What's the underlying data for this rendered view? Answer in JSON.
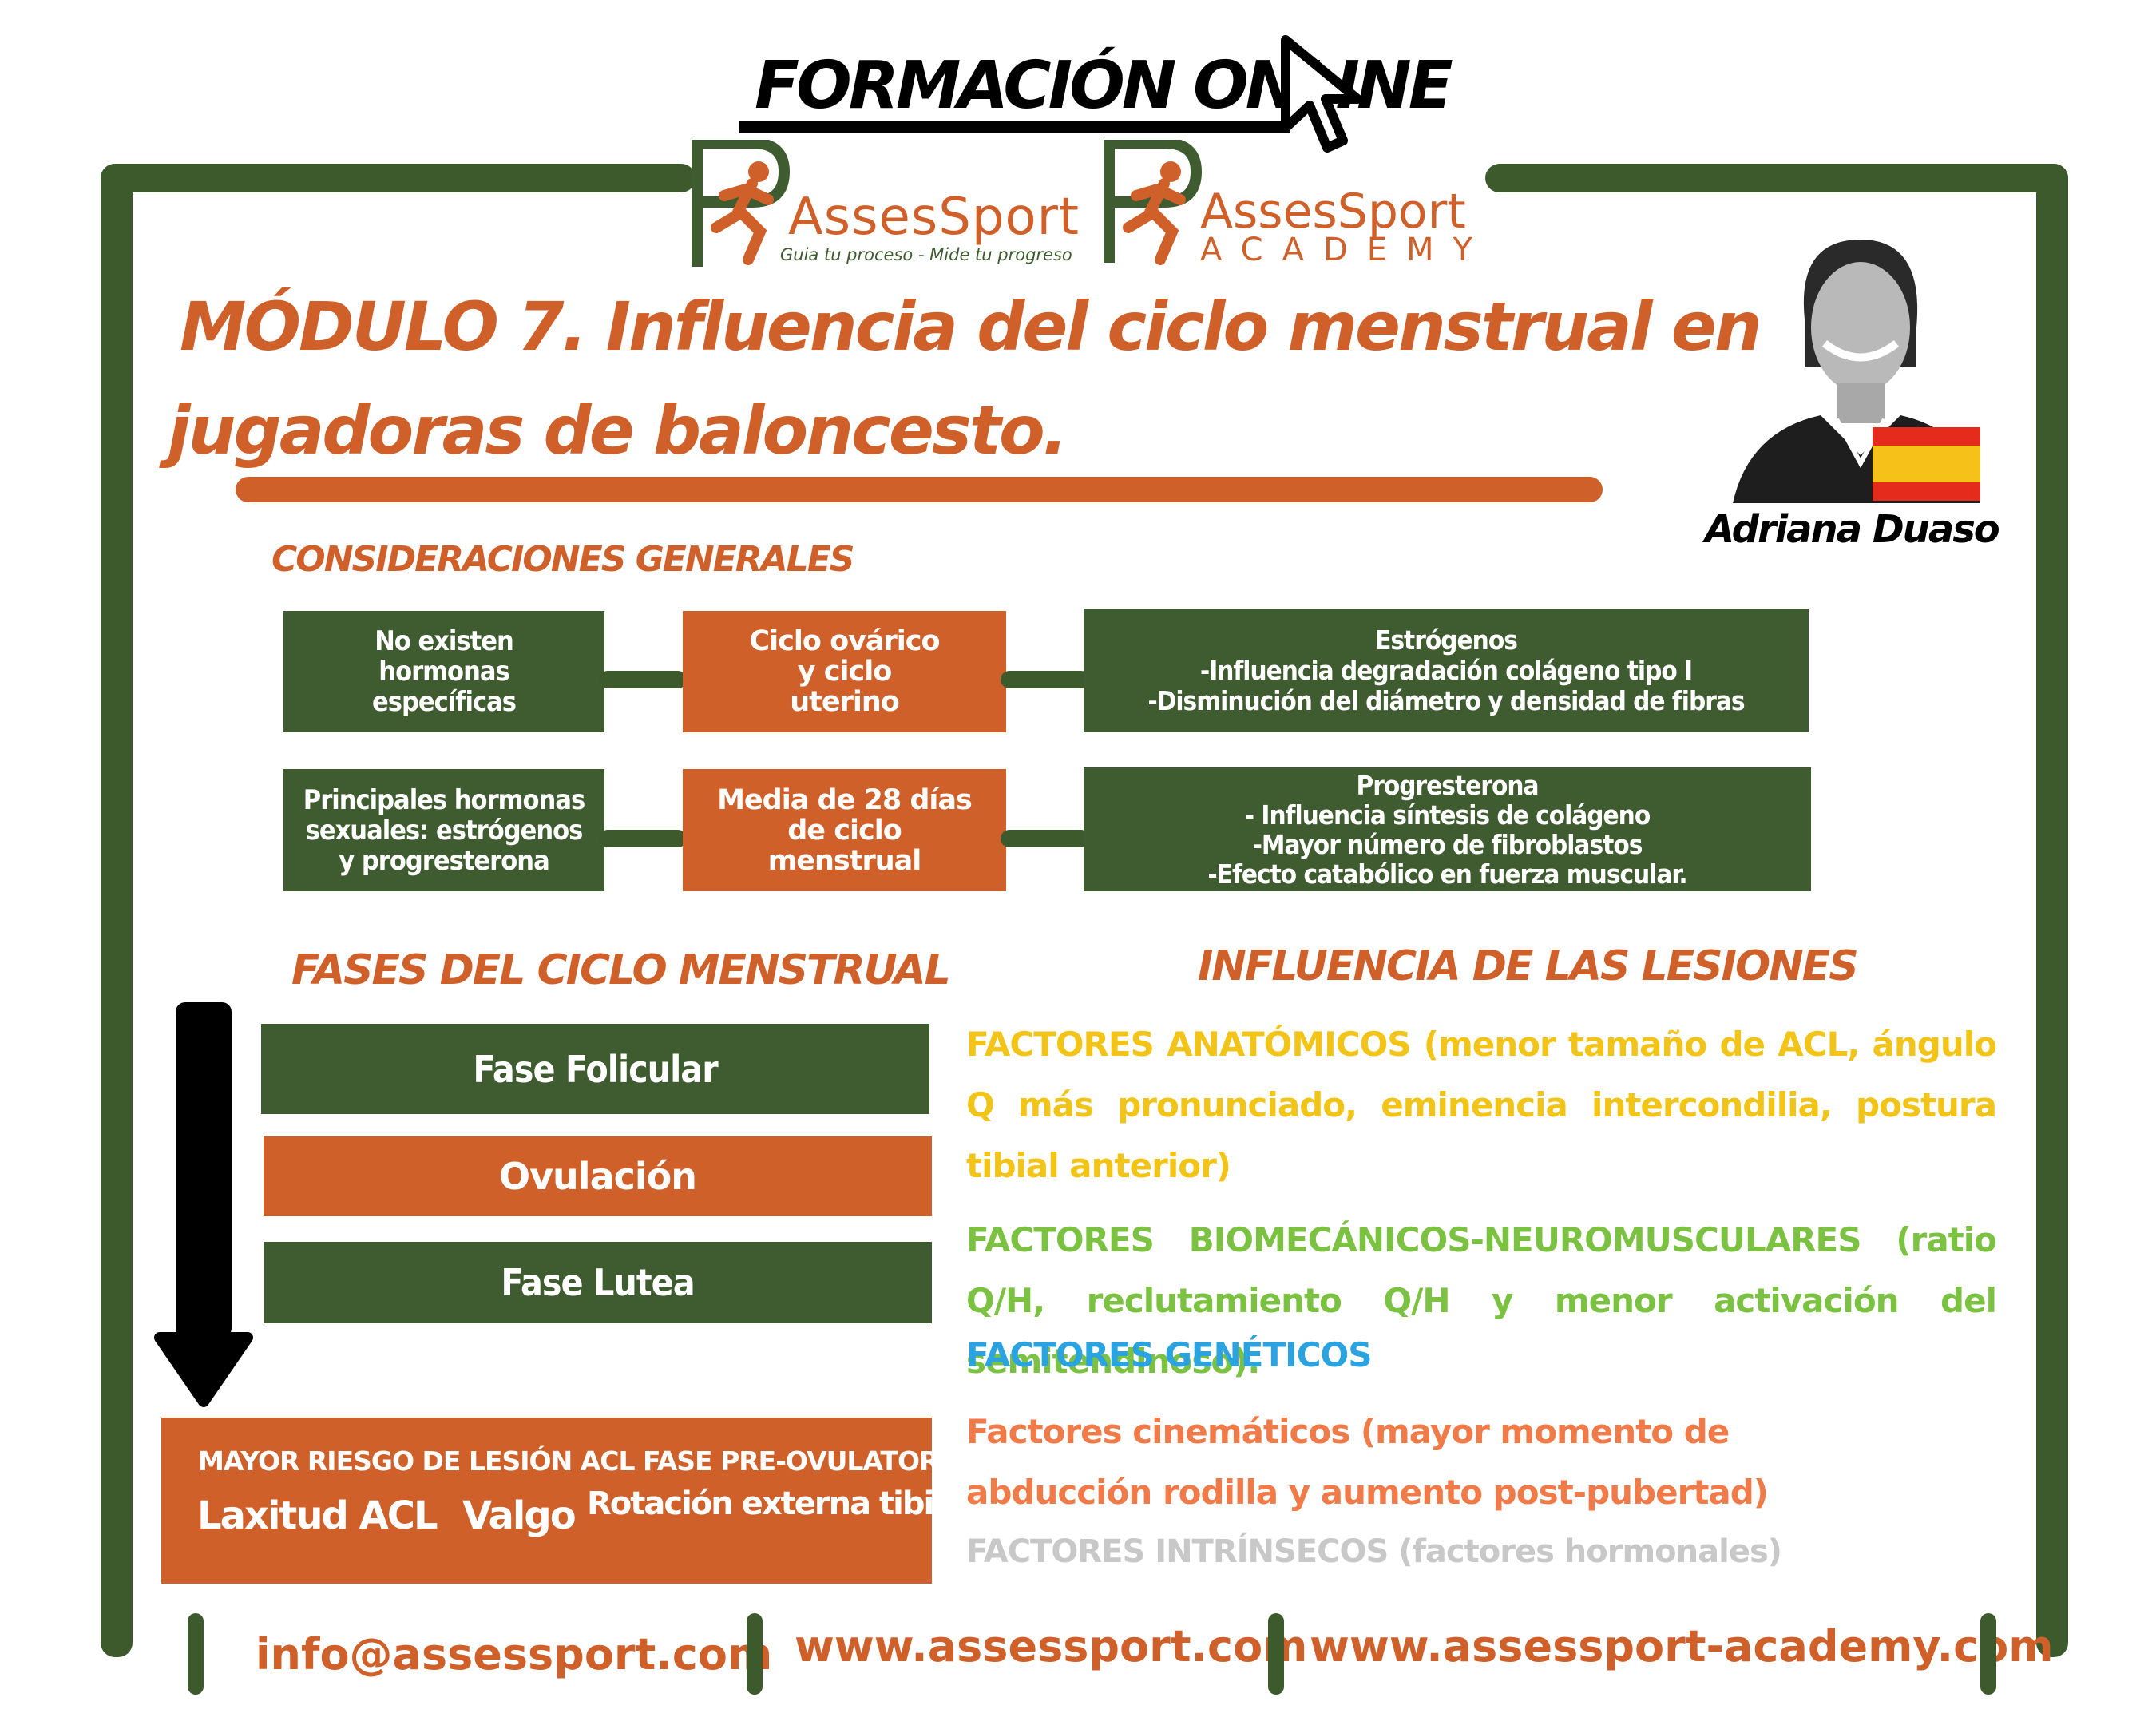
{
  "colors": {
    "green": "#3f5b30",
    "orange": "#d0602a",
    "yellow": "#f2c418",
    "lightgreen": "#7cc242",
    "blue": "#2aa3e0",
    "salmon": "#f07a48",
    "gray": "#c8c8c8"
  },
  "header": {
    "title": "FORMACIÓN ONLINE",
    "cursor_icon": "cursor-arrow-icon"
  },
  "logos": {
    "assessport": {
      "name": "AssesSport",
      "tagline": "Guia tu proceso - Mide tu progreso"
    },
    "academy": {
      "name": "AssesSport",
      "subtitle": "ACADEMY"
    }
  },
  "module": {
    "title_line1": "MÓDULO 7. Influencia del ciclo menstrual en",
    "title_line2": "jugadoras de baloncesto."
  },
  "author": {
    "name": "Adriana Duaso",
    "flag_icon": "spain-flag-icon"
  },
  "consideraciones": {
    "title": "CONSIDERACIONES GENERALES",
    "row1": {
      "left": "No existen hormonas específicas",
      "middle": "Ciclo ovárico y ciclo uterino",
      "right_title": "Estrógenos",
      "right_lines": [
        "-Influencia degradación colágeno tipo I",
        "-Disminución del diámetro y densidad de fibras"
      ]
    },
    "row2": {
      "left": "Principales hormonas sexuales: estrógenos y progresterona",
      "middle": "Media de 28 días de ciclo menstrual",
      "right_title": "Progresterona",
      "right_lines": [
        "- Influencia síntesis de colágeno",
        "-Mayor número de fibroblastos",
        "-Efecto catabólico en fuerza muscular."
      ]
    }
  },
  "fases": {
    "title": "FASES DEL CICLO MENSTRUAL",
    "items": [
      "Fase Folicular",
      "Ovulación",
      "Fase Lutea"
    ],
    "arrow_icon": "down-arrow-icon",
    "riesgo": {
      "title": "MAYOR RIESGO DE LESIÓN ACL FASE PRE-OVULATORIA",
      "items": [
        "Laxitud ACL",
        "Valgo",
        "Rotación externa tibia"
      ]
    }
  },
  "influencia": {
    "title": "INFLUENCIA DE LAS LESIONES",
    "anatomicos": "FACTORES ANATÓMICOS (menor tamaño de ACL, ángulo Q más pronunciado, eminencia intercondilia, postura tibial anterior)",
    "biomecanicos": "FACTORES BIOMECÁNICOS-NEUROMUSCULARES (ratio Q/H, reclutamiento Q/H y menor activación del semitendinoso).",
    "geneticos": "FACTORES GENÉTICOS",
    "cinematicos": "Factores cinemáticos (mayor momento de abducción rodilla y aumento post-pubertad)",
    "intrinsecos": "FACTORES INTRÍNSECOS (factores hormonales)"
  },
  "footer": {
    "email": "info@assessport.com",
    "web1": "www.assessport.com",
    "web2": "www.assessport-academy.com"
  }
}
